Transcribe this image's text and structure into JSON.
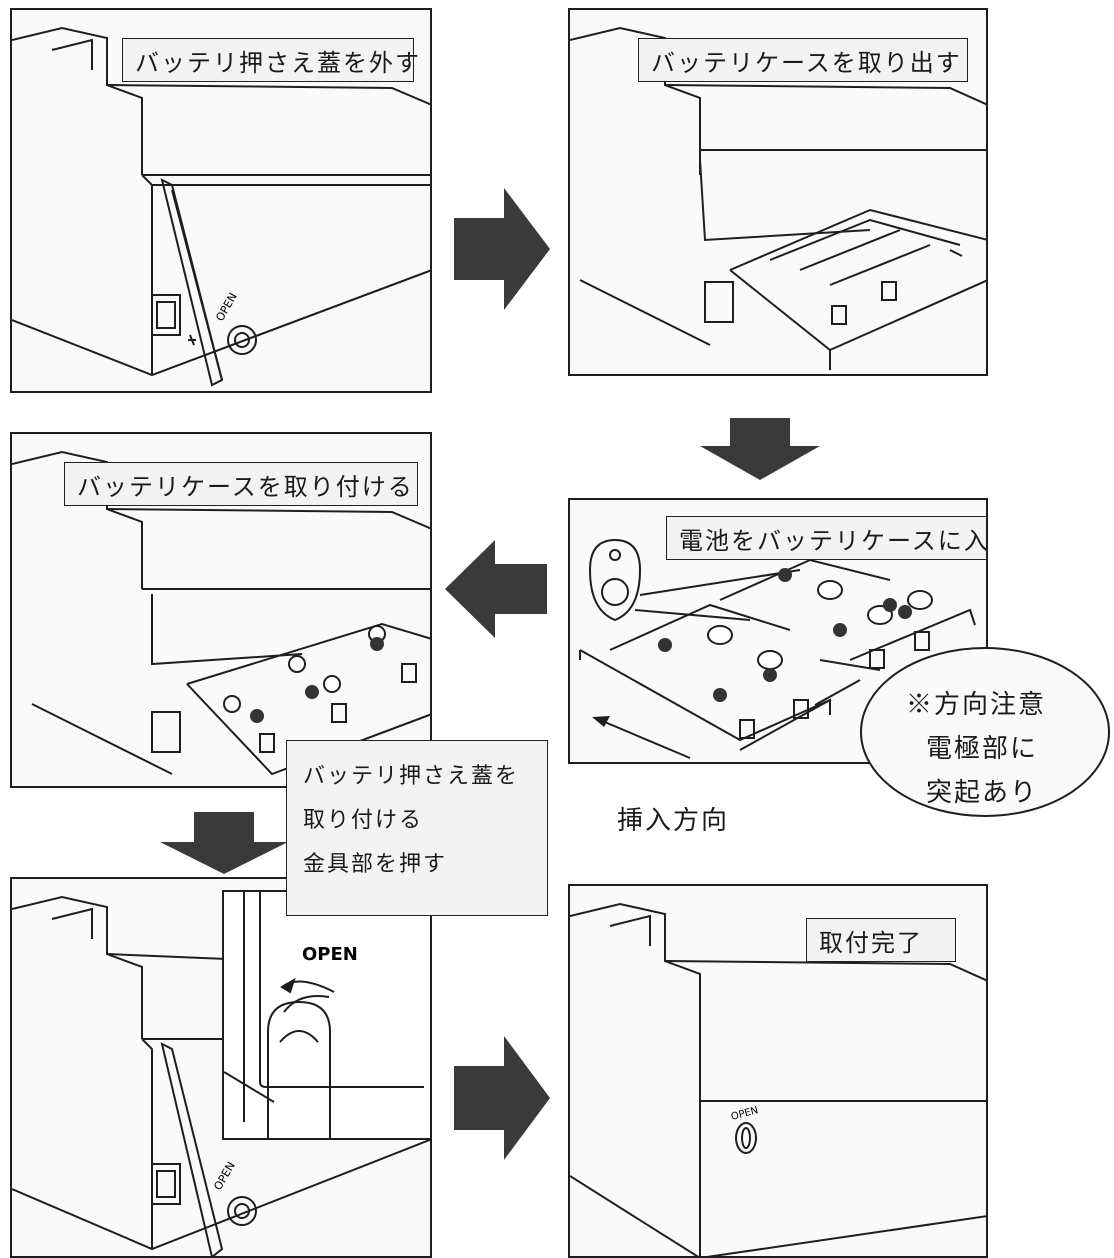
{
  "steps": {
    "step1": {
      "label": "バッテリ押さえ蓋を外す",
      "open_mark": "OPEN"
    },
    "step2": {
      "label": "バッテリケースを取り出す"
    },
    "step3": {
      "label": "電池をバッテリケースに入れる"
    },
    "step4": {
      "label": "バッテリケースを取り付ける"
    },
    "step5": {
      "lines": [
        "バッテリ押さえ蓋を",
        "取り付ける",
        "金具部を押す"
      ],
      "open_mark": "OPEN"
    },
    "step6": {
      "label": "取付完了",
      "open_mark": "OPEN"
    }
  },
  "callout": {
    "lines": [
      "※方向注意",
      "電極部に",
      "突起あり"
    ]
  },
  "insert_direction": "挿入方向",
  "colors": {
    "arrow": "#3a3a3a",
    "line": "#1e1e1e",
    "panel_bg": "#fafafa"
  }
}
